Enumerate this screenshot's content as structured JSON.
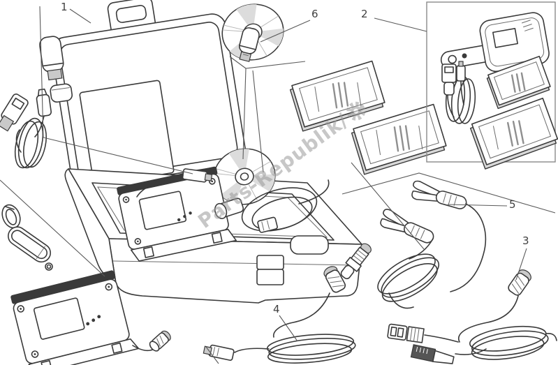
{
  "diagram": {
    "type": "exploded-parts-diagram",
    "background_color": "#ffffff",
    "line_color": "#3a3a3a",
    "watermark": {
      "text": "Parts-Republik/",
      "icon": "gear-icon",
      "color": "#9a9a9a"
    },
    "callouts": [
      {
        "label": "1",
        "target": "carrying-case"
      },
      {
        "label": "2",
        "target": "instrument-kit-box"
      },
      {
        "label": "3",
        "target": "round-connector-cable"
      },
      {
        "label": "4",
        "target": "power-cable"
      },
      {
        "label": "5",
        "target": "battery-clamps-cable"
      },
      {
        "label": "6",
        "target": "usb-memory-key"
      }
    ],
    "items": [
      "open-carrying-case",
      "dds-tester-in-case",
      "software-cd",
      "usb-memory-key",
      "usb-cable",
      "instruction-manuals",
      "kit-box-with-key-reader",
      "dds-tester-with-cable",
      "carabiner",
      "strap",
      "battery-clamps-cable",
      "round-connector-cable",
      "power-cable",
      "connector-adapter-cable"
    ]
  }
}
